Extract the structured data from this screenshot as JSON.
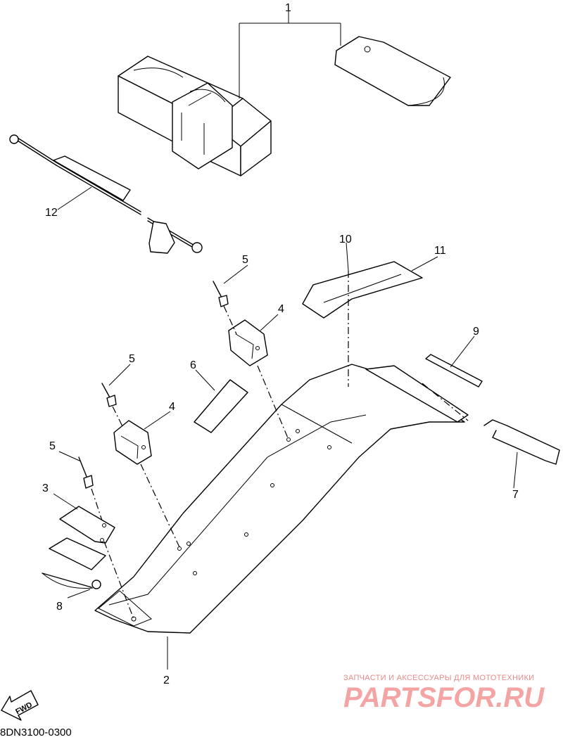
{
  "callouts": {
    "c1": "1",
    "c2": "2",
    "c3": "3",
    "c4a": "4",
    "c4b": "4",
    "c5a": "5",
    "c5b": "5",
    "c5c": "5",
    "c6": "6",
    "c7": "7",
    "c8": "8",
    "c9": "9",
    "c10": "10",
    "c11": "11",
    "c12": "12"
  },
  "fwd_label": "FWD",
  "diagram_code": "8DN3100-0300",
  "watermark": {
    "tagline": "ЗАПЧАСТИ И АКСЕССУАРЫ ДЛЯ МОТОТЕХНИКИ",
    "brand": "PARTSFOR.RU"
  },
  "colors": {
    "line": "#000000",
    "watermark": "#ee5a5a"
  }
}
